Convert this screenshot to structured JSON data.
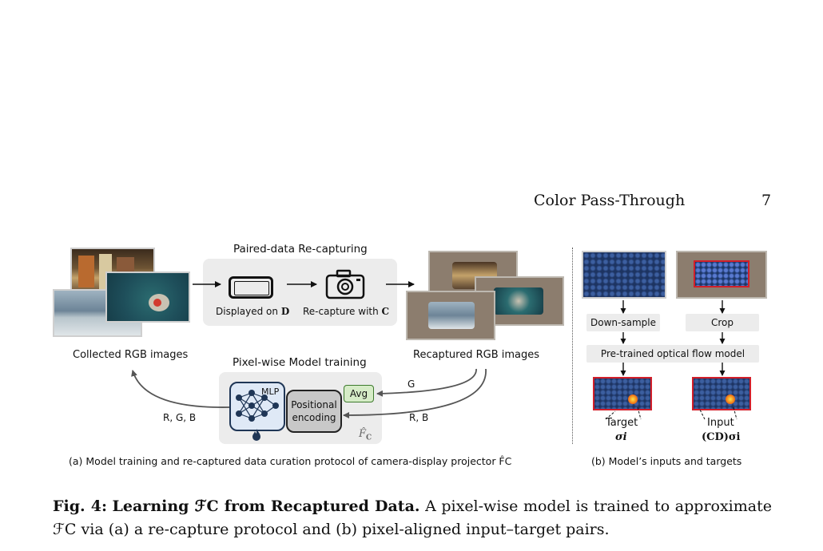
{
  "header": {
    "running_title": "Color Pass-Through",
    "page_number": "7"
  },
  "panel_a": {
    "paired_title": "Paired-data Re-capturing",
    "displayed_on": "Displayed on",
    "displayed_sym": "D",
    "recapture_with": "Re-capture with",
    "recapture_sym": "C",
    "collected_label": "Collected RGB images",
    "recaptured_label": "Recaptured RGB images",
    "training_title": "Pixel-wise Model training",
    "mlp_label": "MLP",
    "positional_label": "Positional encoding",
    "avg_label": "Avg",
    "projector_label": "F̂",
    "projector_sub": "C",
    "arrow_g": "G",
    "arrow_rb": "R, B",
    "arrow_rgb": "R, G, B",
    "caption": "(a) Model training and re-captured data curation protocol of camera-display projector F̂C"
  },
  "panel_b": {
    "downsample": "Down-sample",
    "crop": "Crop",
    "flow_model": "Pre-trained optical flow model",
    "target_label": "Target",
    "target_sym": "σi",
    "input_label": "Input",
    "input_sym": "(CD)σi",
    "caption": "(b) Model’s inputs and targets"
  },
  "figure": {
    "label": "Fig. 4:",
    "title": "Learning ℱC from Recaptured Data.",
    "text": "A pixel-wise model is trained to approximate ℱC via (a) a re-capture protocol and (b) pixel-aligned input–target pairs."
  },
  "colors": {
    "mlp_border": "#1f3656",
    "avg_fill": "#d6ecc7",
    "highlight_red": "#d21f2a"
  }
}
